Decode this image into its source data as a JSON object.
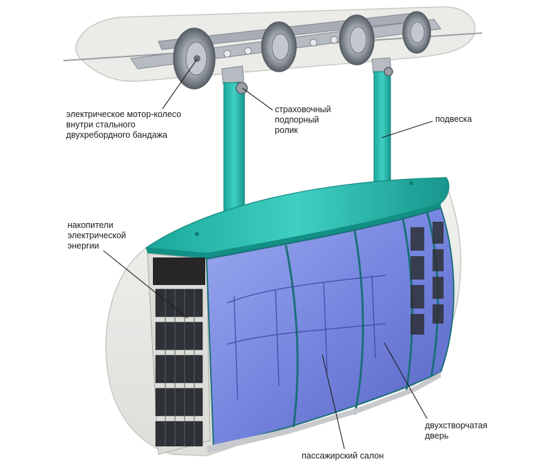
{
  "labels": {
    "motor_wheel": [
      "электрическое мотор-колесо",
      "внутри стального",
      "двухребордного бандажа"
    ],
    "safety_roller": [
      "страховочный",
      "подпорный",
      "ролик"
    ],
    "suspension": [
      "подвеска"
    ],
    "energy_storage": [
      "накопители",
      "электрической",
      "энергии"
    ],
    "passenger_cabin": [
      "пассажирский салон"
    ],
    "double_door": [
      "двухстворчатая",
      "дверь"
    ]
  },
  "colors": {
    "teal": "#1fbfb1",
    "teal_dark": "#138f86",
    "glass": "#6b7fe0",
    "glass_dark": "#3b48b5",
    "frame": "#b9bdc4",
    "shell": "#d9d9d4"
  }
}
